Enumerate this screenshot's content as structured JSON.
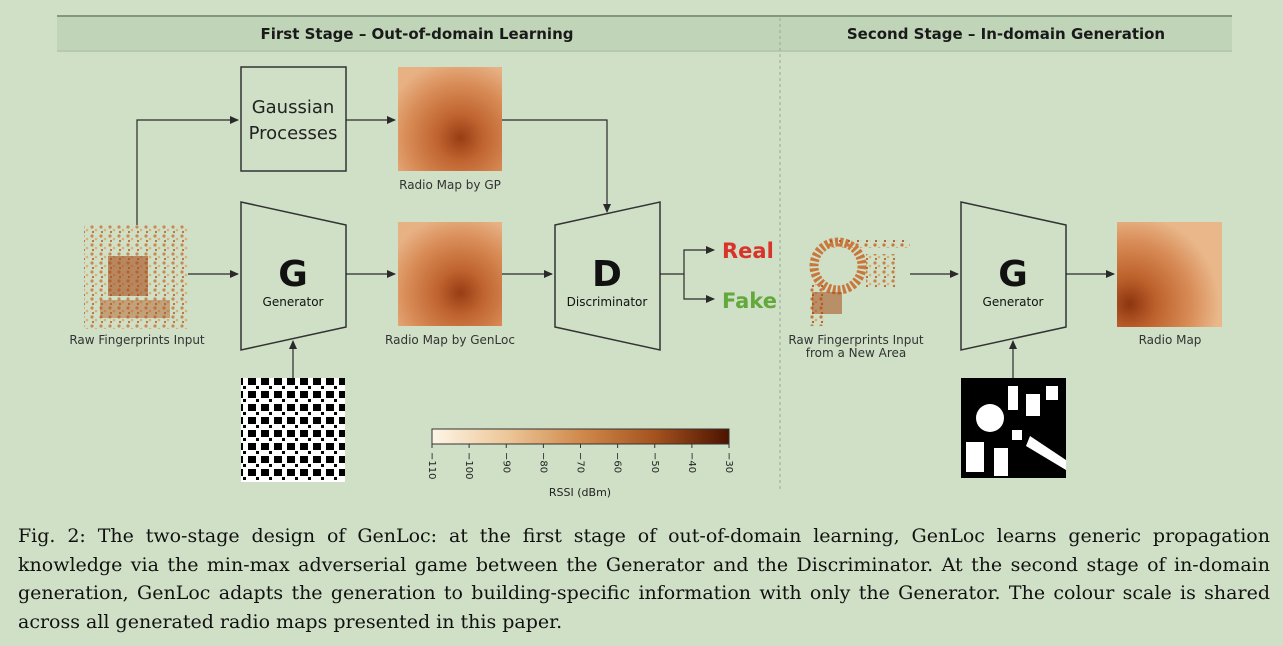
{
  "stage1": {
    "title": "First Stage – Out-of-domain Learning"
  },
  "stage2": {
    "title": "Second Stage – In-domain Generation"
  },
  "gp_box": {
    "line1": "Gaussian",
    "line2": "Processes"
  },
  "labels": {
    "radio_map_gp": "Radio Map by GP",
    "raw_input": "Raw Fingerprints Input",
    "radio_map_genloc": "Radio Map by GenLoc",
    "raw_input_new_line1": "Raw Fingerprints Input",
    "raw_input_new_line2": "from a New Area",
    "radio_map": "Radio Map"
  },
  "generator": {
    "letter": "G",
    "name": "Generator"
  },
  "discriminator": {
    "letter": "D",
    "name": "Discriminator"
  },
  "outputs": {
    "real": "Real",
    "fake": "Fake"
  },
  "colorbar": {
    "ticks": [
      "−110",
      "−100",
      "−90",
      "−80",
      "−70",
      "−60",
      "−50",
      "−40",
      "−30"
    ],
    "label": "RSSI (dBm)",
    "range": [
      -110,
      -30
    ],
    "colors": [
      "#fdf6e6",
      "#edc79a",
      "#d08a4c",
      "#a5521f",
      "#4c1300"
    ]
  },
  "colors": {
    "background": "#cfe0c6",
    "header_band": "#c0d4b8",
    "real": "#d8342c",
    "fake": "#63a83a"
  },
  "caption": "Fig. 2: The two-stage design of GenLoc: at the first stage of out-of-domain learning, GenLoc learns generic propagation knowledge via the min-max adverserial game between the Generator and the Discriminator. At the second stage of in-domain generation, GenLoc adapts the generation to building-specific information with only the Generator. The colour scale is shared across all generated radio maps presented in this paper."
}
